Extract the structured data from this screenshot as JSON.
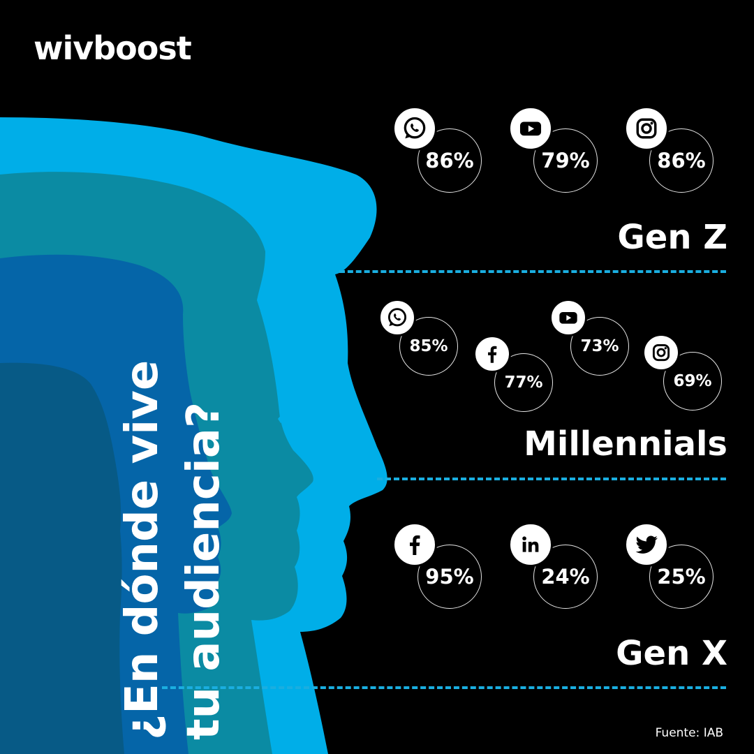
{
  "brand": {
    "logo_text": "wivboost"
  },
  "headline": {
    "line1": "¿En dónde vive",
    "line2": "tu audiencia?"
  },
  "colors": {
    "background": "#000000",
    "head_light": "#00aee8",
    "head_teal": "#0b8ba3",
    "head_blue": "#0565a8",
    "head_dark": "#075a86",
    "divider": "#1aaee0"
  },
  "generations": [
    {
      "label": "Gen Z",
      "platforms": [
        {
          "icon": "whatsapp-icon",
          "percent": "86%"
        },
        {
          "icon": "youtube-icon",
          "percent": "79%"
        },
        {
          "icon": "instagram-icon",
          "percent": "86%"
        }
      ]
    },
    {
      "label": "Millennials",
      "platforms": [
        {
          "icon": "whatsapp-icon",
          "percent": "85%"
        },
        {
          "icon": "facebook-icon",
          "percent": "77%"
        },
        {
          "icon": "youtube-icon",
          "percent": "73%"
        },
        {
          "icon": "instagram-icon",
          "percent": "69%"
        }
      ]
    },
    {
      "label": "Gen X",
      "platforms": [
        {
          "icon": "facebook-icon",
          "percent": "95%"
        },
        {
          "icon": "linkedin-icon",
          "percent": "24%"
        },
        {
          "icon": "twitter-icon",
          "percent": "25%"
        }
      ]
    }
  ],
  "source": "Fuente: IAB"
}
